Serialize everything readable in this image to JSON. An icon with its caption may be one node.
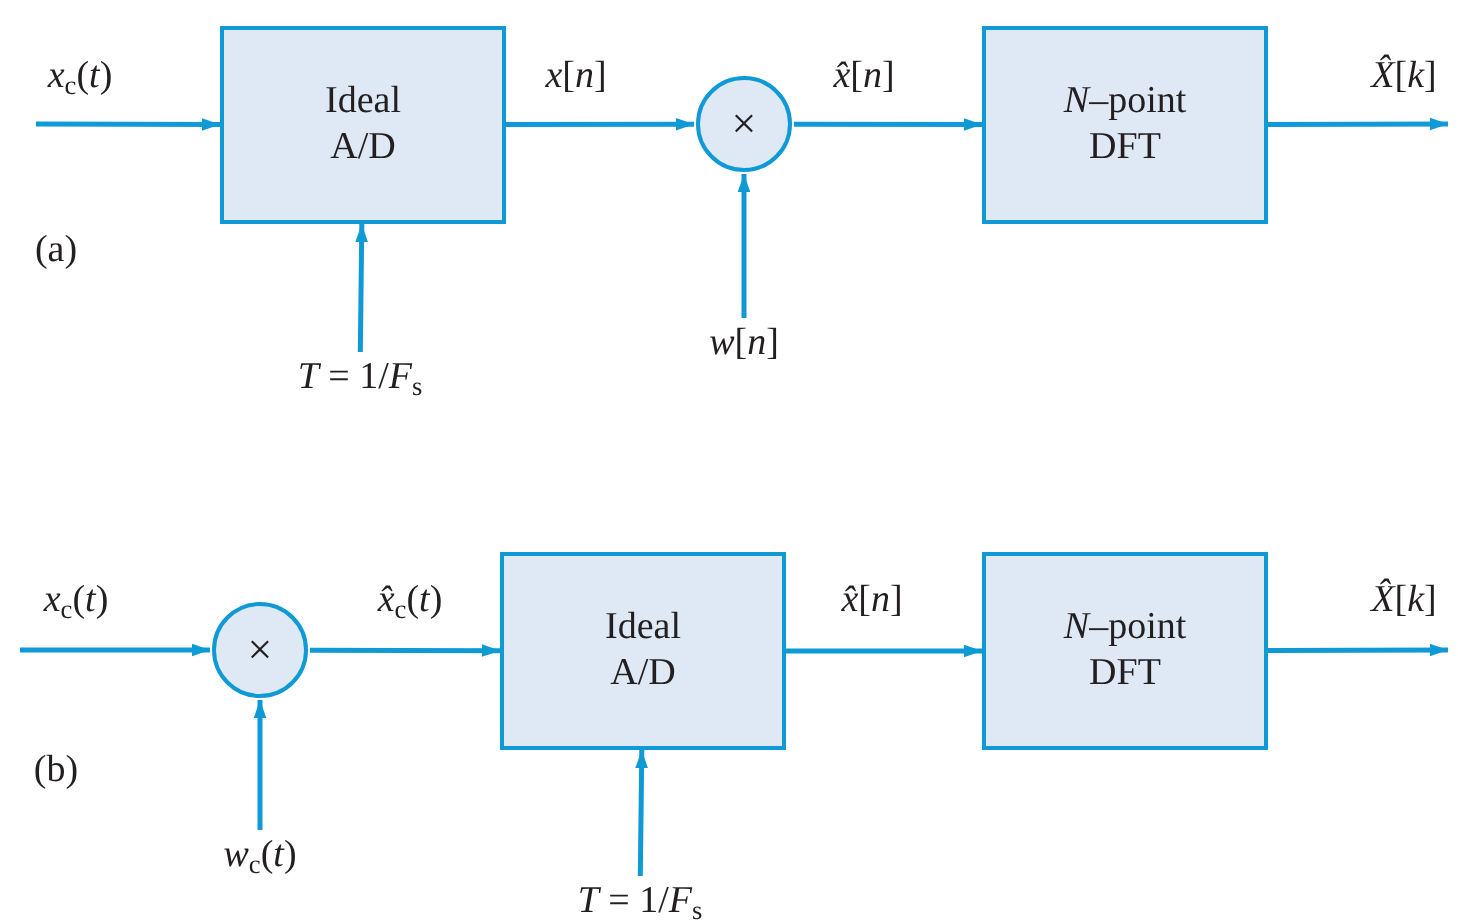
{
  "diagram": {
    "nodes": [
      {
        "text": [
          "Ideal A/D"
        ]
      },
      {
        "text": [
          "×"
        ]
      },
      {
        "text": [
          "*N*–point DFT"
        ]
      },
      {
        "text": [
          "*T* = 1/*F*$_{s}$"
        ]
      },
      {
        "text": [
          "*w*[*n*]"
        ]
      },
      {
        "text": [
          "×"
        ]
      },
      {
        "text": [
          "Ideal A/D"
        ]
      },
      {
        "text": [
          "*N*–point DFT"
        ]
      },
      {
        "text": [
          "*w*$_{c}$(*t*)"
        ]
      },
      {
        "text": [
          "*T* = 1/*F*$_{s}$"
        ]
      }
    ],
    "edges": [
      {
        "from": null,
        "to": 0,
        "arrow": "to",
        "label": "*x*$_{c}$(*t*)"
      },
      {
        "from": 0,
        "to": 1,
        "arrow": "to",
        "label": "*x*[*n*]"
      },
      {
        "from": 1,
        "to": 2,
        "arrow": "to",
        "label": "*x̂*[*n*]"
      },
      {
        "from": 2,
        "to": null,
        "arrow": "to",
        "label": "*X̂*[*k*]"
      },
      {
        "from": 3,
        "to": 0,
        "arrow": "to"
      },
      {
        "from": 4,
        "to": 1,
        "arrow": "to"
      },
      {
        "from": null,
        "to": 5,
        "arrow": "to",
        "label": "*x*$_{c}$(*t*)"
      },
      {
        "from": 5,
        "to": 6,
        "arrow": "to",
        "label": "*x̂*$_{c}$(*t*)"
      },
      {
        "from": 6,
        "to": 7,
        "arrow": "to",
        "label": "*x̂*[*n*]"
      },
      {
        "from": 7,
        "to": null,
        "arrow": "to",
        "label": "*X̂*[*k*]"
      },
      {
        "from": 8,
        "to": 5,
        "arrow": "to"
      },
      {
        "from": 9,
        "to": 6,
        "arrow": "to"
      }
    ],
    "labels": [
      "(a)",
      "(b)"
    ]
  }
}
